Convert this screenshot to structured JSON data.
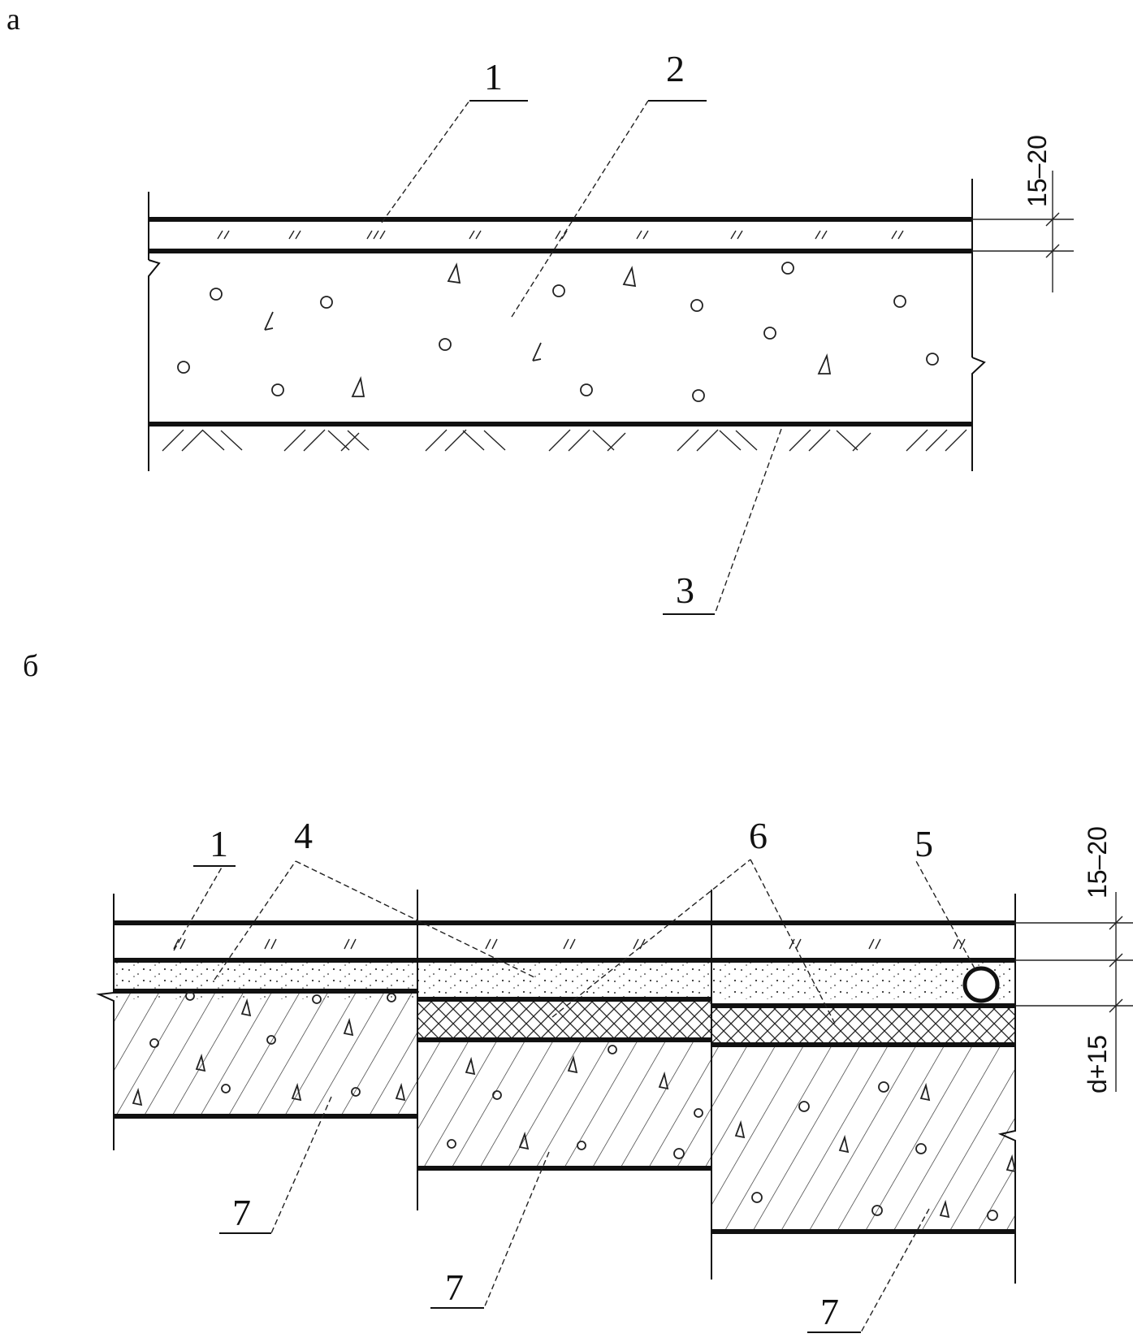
{
  "diagram": {
    "panel_a": {
      "letter": "а",
      "callouts": [
        "1",
        "2",
        "3"
      ],
      "dimension": "15–20"
    },
    "panel_b": {
      "letter": "б",
      "callouts": [
        "1",
        "4",
        "6",
        "5",
        "7",
        "7",
        "7"
      ],
      "dimensions": [
        "15–20",
        "d+15"
      ]
    }
  }
}
